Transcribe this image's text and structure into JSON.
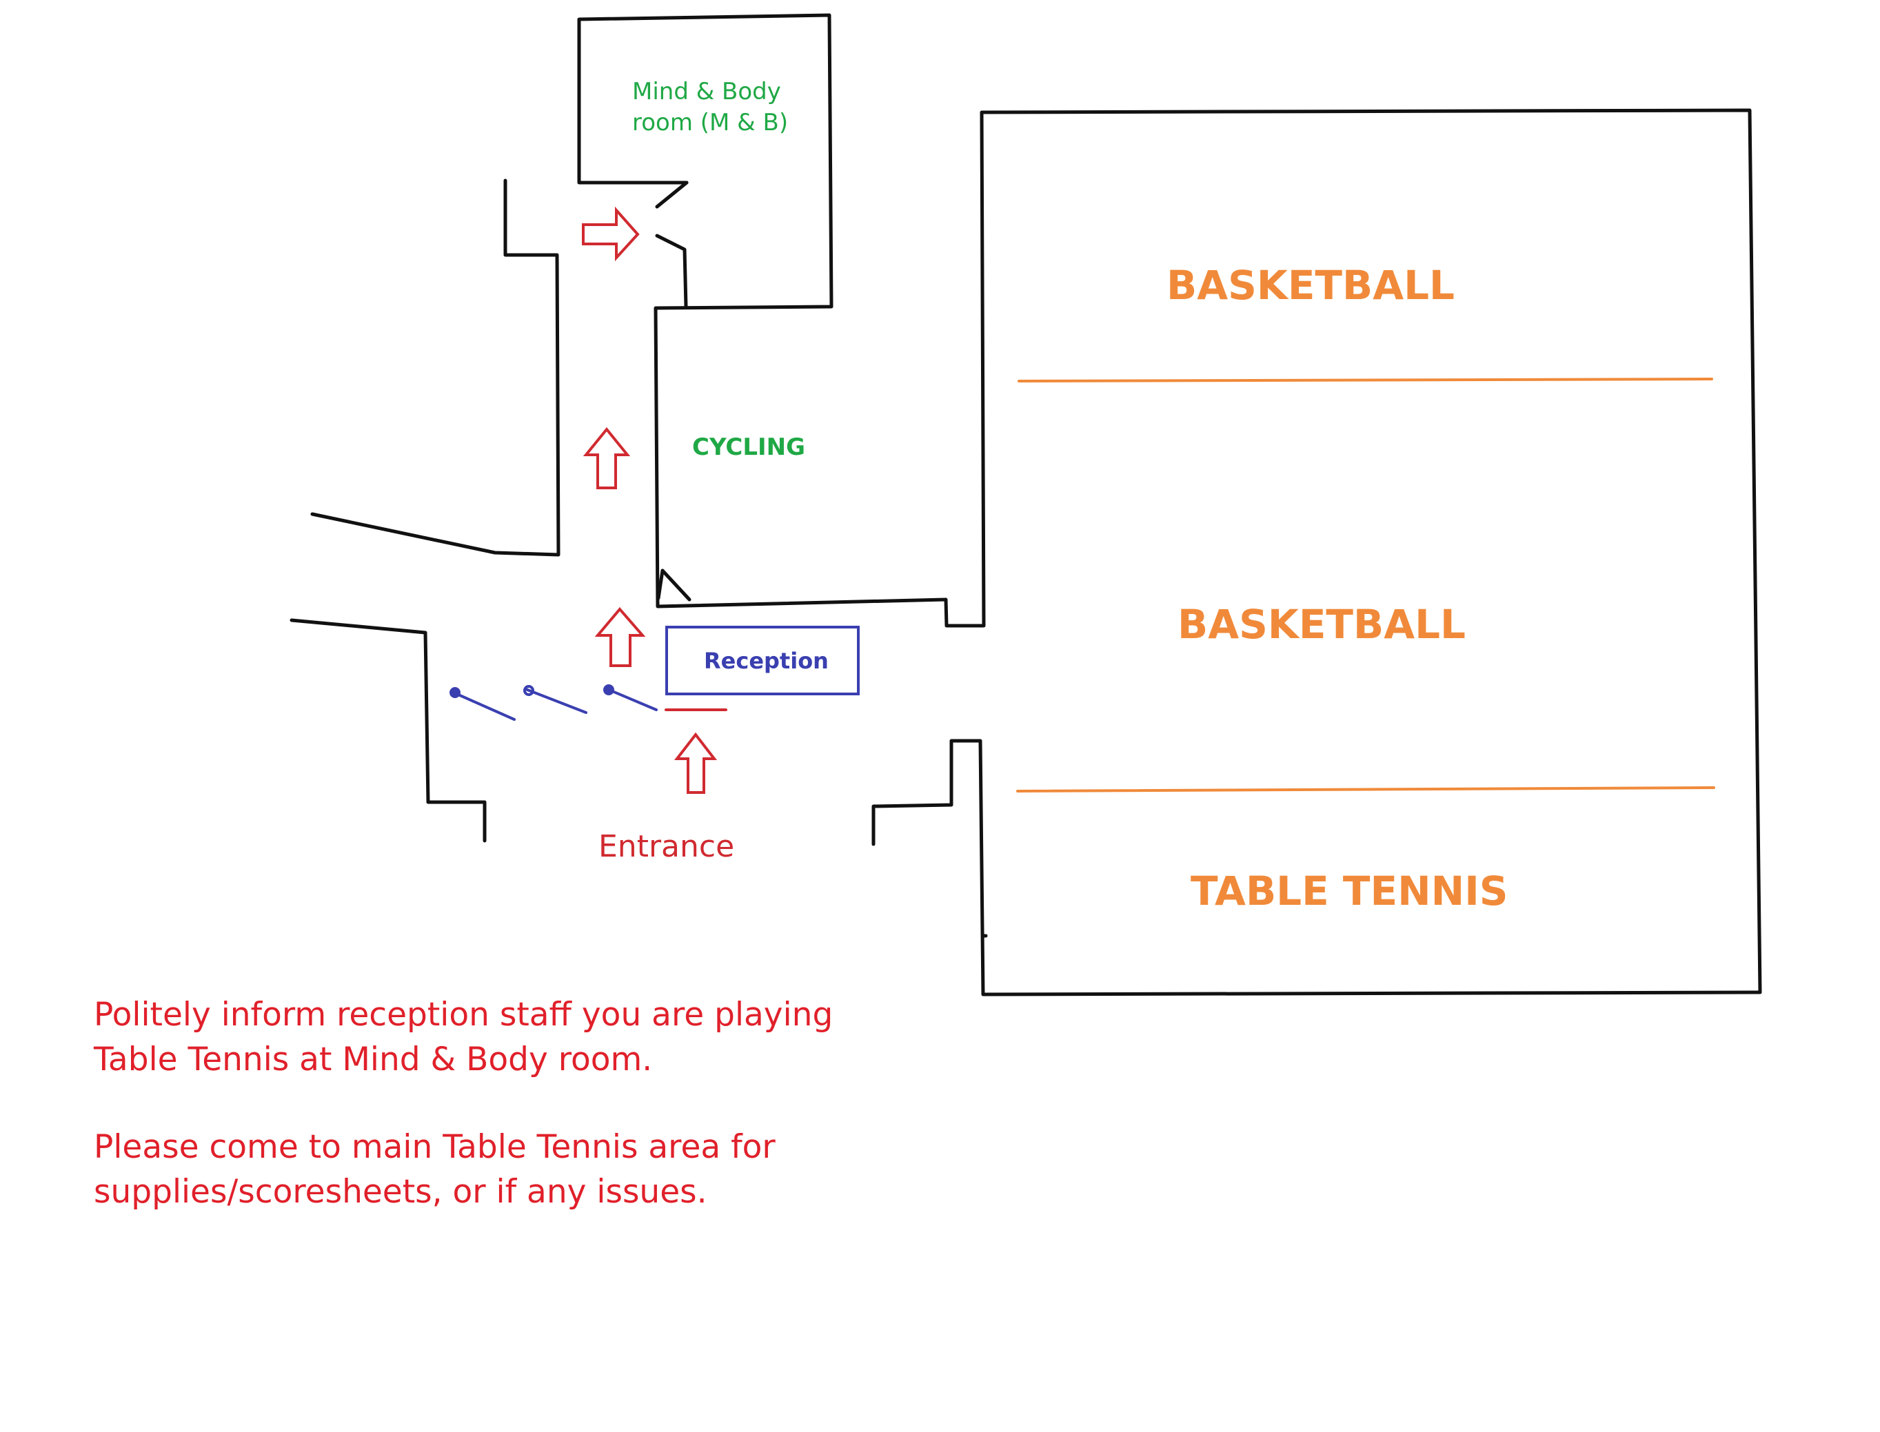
{
  "labels": {
    "mind_body_line1": "Mind & Body",
    "mind_body_line2": "room (M & B)",
    "cycling": "CYCLING",
    "reception": "Reception",
    "entrance": "Entrance",
    "basketball_1": "BASKETBALL",
    "basketball_2": "BASKETBALL",
    "table_tennis": "TABLE TENNIS"
  },
  "notes": {
    "note_1_line1": "Politely inform reception staff you are playing",
    "note_1_line2": "Table Tennis at Mind & Body room.",
    "note_2_line1": "Please come to main Table Tennis area for",
    "note_2_line2": "supplies/scoresheets, or if any issues."
  },
  "colors": {
    "wall": "#111111",
    "room_label": "#1fa845",
    "reception": "#3a3fb0",
    "arrow": "#d02a30",
    "court": "#f08a3a",
    "note": "#e0202a"
  }
}
